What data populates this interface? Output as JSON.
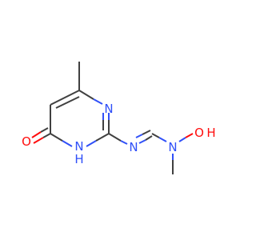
{
  "molecule": {
    "atoms": {
      "ring_n_top": {
        "symbol": "N",
        "color": "#3050f8"
      },
      "ring_nh": {
        "symbol": "N",
        "color": "#3050f8"
      },
      "ring_nh_h": {
        "symbol": "H",
        "color": "#3050f8"
      },
      "carbonyl_o": {
        "symbol": "O",
        "color": "#ff0d0d"
      },
      "imine_n": {
        "symbol": "N",
        "color": "#3050f8"
      },
      "amine_n": {
        "symbol": "N",
        "color": "#3050f8"
      },
      "hydroxyl_o": {
        "symbol": "O",
        "color": "#ff0d0d"
      },
      "hydroxyl_h": {
        "symbol": "H",
        "color": "#ff0d0d"
      }
    },
    "colors": {
      "carbon_bond": "#404040",
      "nitrogen": "#3050f8",
      "oxygen": "#ff0d0d",
      "background": "#ffffff"
    }
  }
}
